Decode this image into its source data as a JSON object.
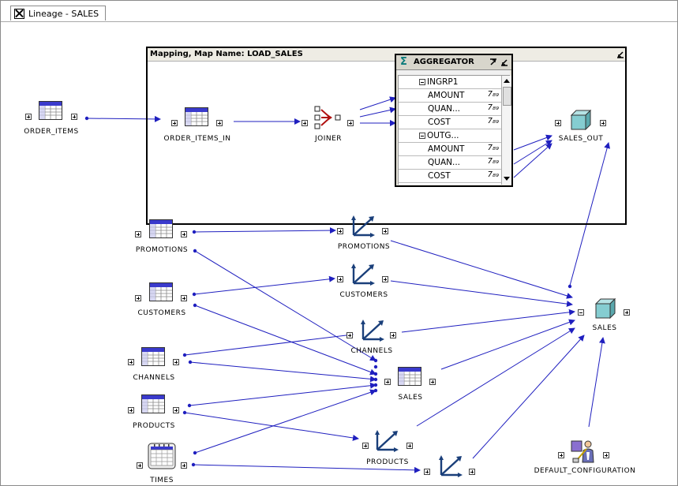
{
  "tab": {
    "title": "Lineage - SALES"
  },
  "mapping": {
    "title": "Mapping, Map Name: LOAD_SALES",
    "aggregator": {
      "title": "AGGREGATOR",
      "rows": [
        {
          "kind": "group",
          "text": "INGRP1",
          "type": ""
        },
        {
          "kind": "attr",
          "text": "AMOUNT",
          "type": "7₈₉"
        },
        {
          "kind": "attr",
          "text": "QUAN...",
          "type": "7₈₉"
        },
        {
          "kind": "attr",
          "text": "COST",
          "type": "7₈₉"
        },
        {
          "kind": "group",
          "text": "OUTG...",
          "type": ""
        },
        {
          "kind": "attr",
          "text": "AMOUNT",
          "type": "7₈₉"
        },
        {
          "kind": "attr",
          "text": "QUAN...",
          "type": "7₈₉"
        },
        {
          "kind": "attr",
          "text": "COST",
          "type": "7₈₉"
        }
      ]
    }
  },
  "nodes": {
    "order_items": "ORDER_ITEMS",
    "order_items_in": "ORDER_ITEMS_IN",
    "joiner": "JOINER",
    "sales_out": "SALES_OUT",
    "promotions_tbl": "PROMOTIONS",
    "customers_tbl": "CUSTOMERS",
    "channels_tbl": "CHANNELS",
    "products_tbl": "PRODUCTS",
    "times_tbl": "TIMES",
    "promotions_dim": "PROMOTIONS",
    "customers_dim": "CUSTOMERS",
    "channels_dim": "CHANNELS",
    "sales_tbl": "SALES",
    "products_dim": "PRODUCTS",
    "times_dim": "",
    "sales_cube": "SALES",
    "default_configuration": "DEFAULT_CONFIGURATION"
  },
  "colors": {
    "edge": "#1f1fbf",
    "table_header": "#3a3acc",
    "cube": "#7fc4c8",
    "dim_arrow": "#1a3f7a"
  }
}
